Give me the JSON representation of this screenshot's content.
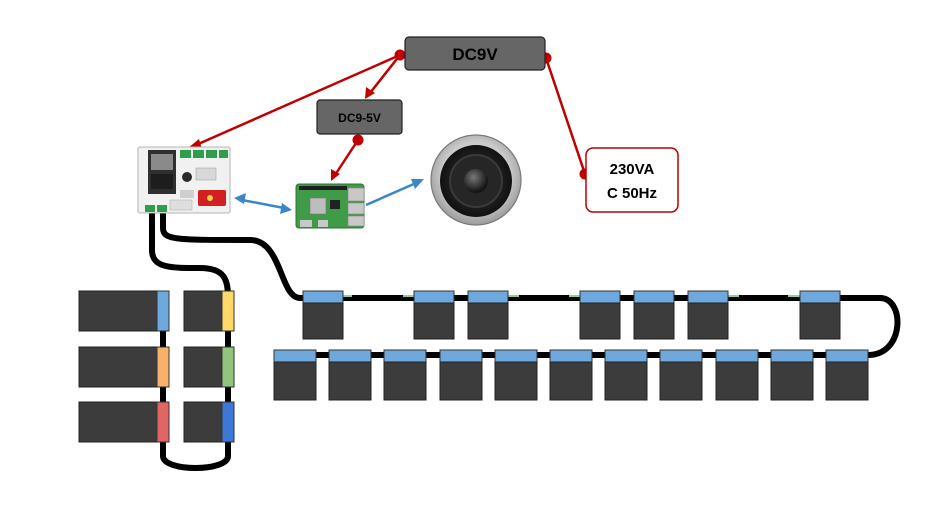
{
  "labels": {
    "dc9v": "DC9V",
    "dc95v": "DC9-5V",
    "mains_line1": "230VA",
    "mains_line2": "C 50Hz"
  },
  "colors": {
    "power_wire": "#c00000",
    "data_wire": "#3a86c8",
    "cable": "#000000",
    "module_body": "#3c3c3c",
    "module_cap": "#6fa8dc",
    "cap_yellow": "#ffd966",
    "cap_orange": "#f6b26b",
    "cap_red": "#e06666",
    "cap_green": "#93c47d",
    "cap_blue": "#3c78d8",
    "box_fill": "#666666"
  },
  "icons": [
    "controller-board-icon",
    "raspberry-pi-icon",
    "speaker-icon"
  ]
}
